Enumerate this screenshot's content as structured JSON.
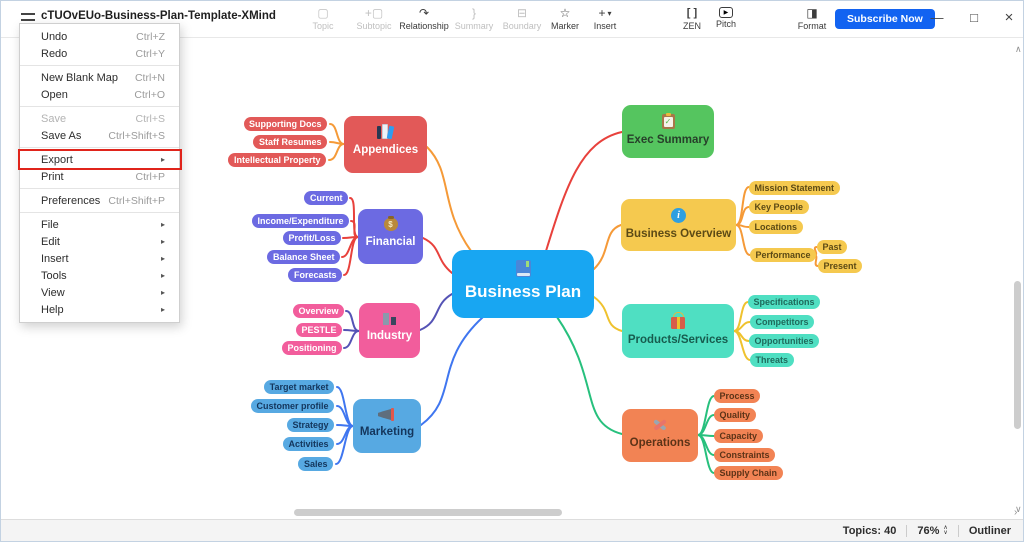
{
  "window": {
    "title": "cTUOvEUo-Business-Plan-Template-XMind",
    "controls": {
      "minimize": "—",
      "maximize": "□",
      "close": "×"
    }
  },
  "toolbar": {
    "subscribe_label": "Subscribe Now",
    "items": [
      {
        "label": "Topic",
        "enabled": false
      },
      {
        "label": "Subtopic",
        "enabled": false
      },
      {
        "label": "Relationship",
        "enabled": true
      },
      {
        "label": "Summary",
        "enabled": false
      },
      {
        "label": "Boundary",
        "enabled": false
      },
      {
        "label": "Marker",
        "enabled": true
      },
      {
        "label": "Insert",
        "enabled": true
      },
      {
        "label": "ZEN",
        "enabled": true
      },
      {
        "label": "Pitch",
        "enabled": true
      },
      {
        "label": "Format",
        "enabled": true
      }
    ]
  },
  "icons": {
    "topic": "▢",
    "subtopic": "+▢",
    "relationship": "↷",
    "summary": "}",
    "boundary": "⊟",
    "marker": "☆",
    "insert": "+",
    "insert_chevron": "▾",
    "zen": "[ ]",
    "pitch": "▶",
    "format": "◨",
    "submenu_arrow": "▸",
    "chevron_up": "∧",
    "chevron_down": "∨",
    "scroll_right": "›"
  },
  "menu": {
    "items": [
      {
        "label": "Undo",
        "shortcut": "Ctrl+Z"
      },
      {
        "label": "Redo",
        "shortcut": "Ctrl+Y"
      },
      {
        "label": "New Blank Map",
        "shortcut": "Ctrl+N"
      },
      {
        "label": "Open",
        "shortcut": "Ctrl+O"
      },
      {
        "label": "Save",
        "shortcut": "Ctrl+S"
      },
      {
        "label": "Save As",
        "shortcut": "Ctrl+Shift+S"
      },
      {
        "label": "Export"
      },
      {
        "label": "Print",
        "shortcut": "Ctrl+P"
      },
      {
        "label": "Preferences",
        "shortcut": "Ctrl+Shift+P"
      },
      {
        "label": "File"
      },
      {
        "label": "Edit"
      },
      {
        "label": "Insert"
      },
      {
        "label": "Tools"
      },
      {
        "label": "View"
      },
      {
        "label": "Help"
      }
    ]
  },
  "mindmap": {
    "central": {
      "label": "Business Plan",
      "color": "#18a6f2"
    },
    "branches": [
      {
        "label": "Appendices",
        "color": "#e25958",
        "line_color": "#f59a38",
        "children": [
          "Supporting Docs",
          "Staff Resumes",
          "Intellectual Property"
        ]
      },
      {
        "label": "Financial",
        "color": "#6c6ae2",
        "line_color": "#e8413c",
        "children": [
          "Current",
          "Income/Expenditure",
          "Profit/Loss",
          "Balance Sheet",
          "Forecasts"
        ]
      },
      {
        "label": "Industry",
        "color": "#f25d9c",
        "line_color": "#5553b5",
        "children": [
          "Overview",
          "PESTLE",
          "Positioning"
        ]
      },
      {
        "label": "Marketing",
        "color": "#57a9e2",
        "line_color": "#3f76f0",
        "children": [
          "Target market",
          "Customer profile",
          "Strategy",
          "Activities",
          "Sales"
        ]
      },
      {
        "label": "Exec Summary",
        "color": "#55c55f",
        "line_color": "#e8413c",
        "children": []
      },
      {
        "label": "Business Overview",
        "color": "#f5c94f",
        "line_color": "#f59a38",
        "children": [
          "Mission Statement",
          "Key People",
          "Locations",
          "Performance"
        ],
        "performance_children": [
          "Past",
          "Present"
        ]
      },
      {
        "label": "Products/Services",
        "color": "#4fdfc2",
        "line_color": "#efc22e",
        "children": [
          "Specifications",
          "Competitors",
          "Opportunities",
          "Threats"
        ]
      },
      {
        "label": "Operations",
        "color": "#f28354",
        "line_color": "#27c07d",
        "children": [
          "Process",
          "Quality",
          "Capacity",
          "Constraints",
          "Supply Chain"
        ]
      }
    ]
  },
  "statusbar": {
    "topics": "Topics: 40",
    "zoom": "76%",
    "outliner": "Outliner"
  }
}
